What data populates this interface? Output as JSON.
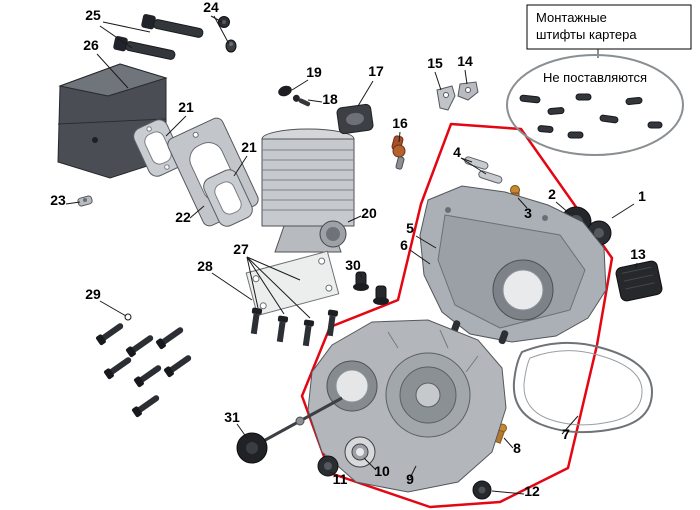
{
  "diagram": {
    "callout": {
      "line1": "Монтажные",
      "line2": "штифты картера",
      "note": "Не поставляются"
    },
    "colors": {
      "highlight": "#e40613",
      "casting": "#aab0b5",
      "dark_part": "#33363b",
      "gasket_outline": "#5b5f64"
    }
  },
  "labels": [
    {
      "text": "25"
    },
    {
      "text": "24"
    },
    {
      "text": "26"
    },
    {
      "text": "19"
    },
    {
      "text": "18"
    },
    {
      "text": "17"
    },
    {
      "text": "15"
    },
    {
      "text": "14"
    },
    {
      "text": "16"
    },
    {
      "text": "21"
    },
    {
      "text": "21"
    },
    {
      "text": "22"
    },
    {
      "text": "23"
    },
    {
      "text": "20"
    },
    {
      "text": "4"
    },
    {
      "text": "2"
    },
    {
      "text": "1"
    },
    {
      "text": "3"
    },
    {
      "text": "5"
    },
    {
      "text": "6"
    },
    {
      "text": "13"
    },
    {
      "text": "27"
    },
    {
      "text": "28"
    },
    {
      "text": "30"
    },
    {
      "text": "29"
    },
    {
      "text": "31"
    },
    {
      "text": "10"
    },
    {
      "text": "11"
    },
    {
      "text": "9"
    },
    {
      "text": "8"
    },
    {
      "text": "7"
    },
    {
      "text": "12"
    }
  ]
}
